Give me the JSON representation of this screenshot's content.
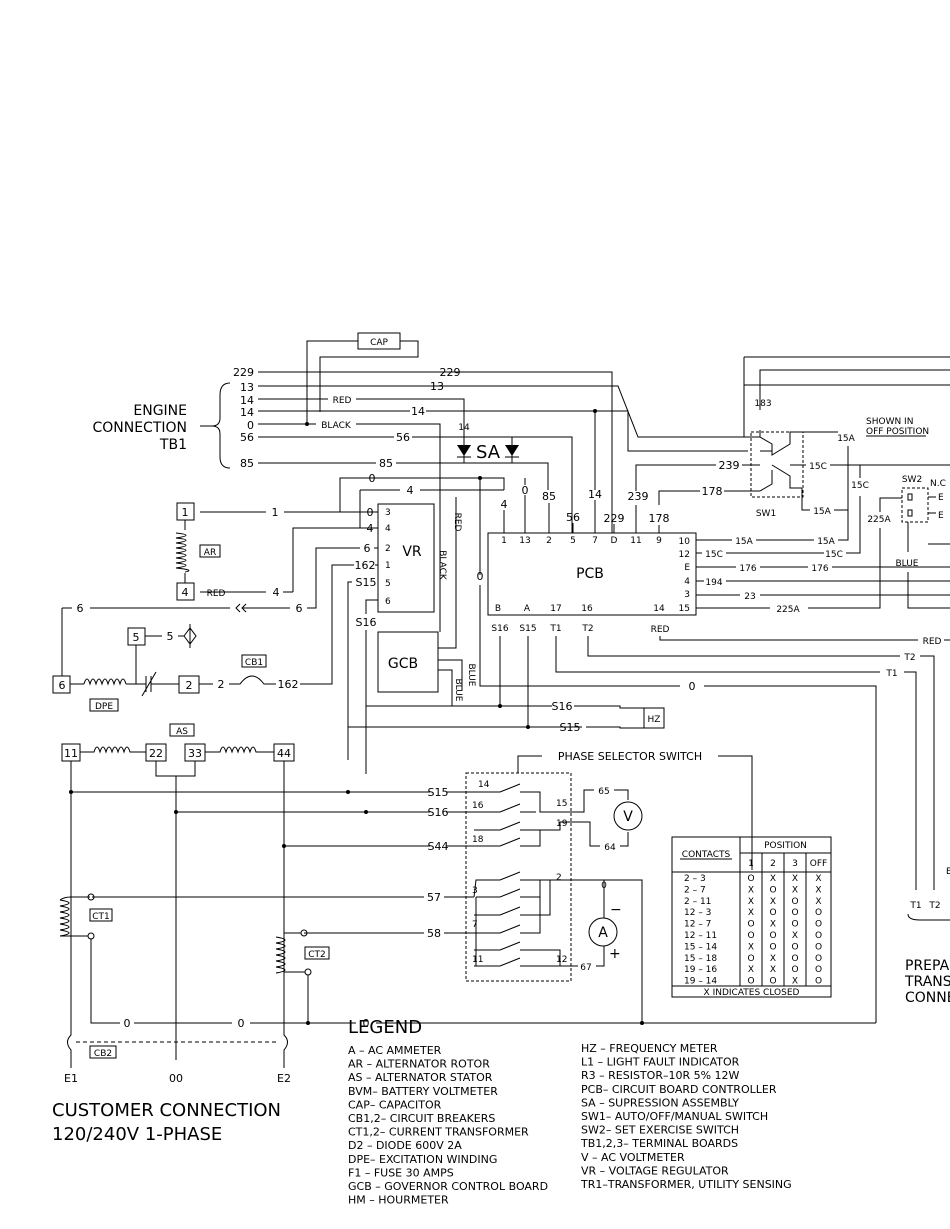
{
  "engine": {
    "label": [
      "ENGINE",
      "CONNECTION",
      "TB1"
    ],
    "terminals": [
      "229",
      "13",
      "14",
      "14",
      "0",
      "56",
      "85"
    ]
  },
  "boxes": {
    "cap": "CAP",
    "vr": "VR",
    "pcb": "PCB",
    "gcb": "GCB",
    "hz": "HZ",
    "sw1": "SW1",
    "sw2": "SW2",
    "sa": "SA"
  },
  "tags": {
    "ar": "AR",
    "dpe": "DPE",
    "cb1": "CB1",
    "as": "AS",
    "ct1": "CT1",
    "ct2": "CT2",
    "cb2": "CB2"
  },
  "terminals": {
    "t1": "1",
    "t4": "4",
    "t5": "5",
    "t6": "6",
    "t2": "2",
    "t11": "11",
    "t22": "22",
    "t33": "33",
    "t44": "44"
  },
  "vr_pins": [
    "3",
    "4",
    "2",
    "1",
    "5",
    "6"
  ],
  "pcb_top_pins": [
    "1",
    "13",
    "2",
    "5",
    "7",
    "D",
    "11",
    "9"
  ],
  "pcb_right_pins": [
    "10",
    "12",
    "E",
    "4",
    "3",
    "15"
  ],
  "pcb_bottom_pins": [
    "B",
    "A",
    "17",
    "16",
    "14"
  ],
  "wires": {
    "w229": "229",
    "w13": "13",
    "w14": "14",
    "w56": "56",
    "w85": "85",
    "w0": "0",
    "w4": "4",
    "w1": "1",
    "w6": "6",
    "w162": "162",
    "w5": "5",
    "w2": "2",
    "w239": "239",
    "w178": "178",
    "w183": "183",
    "w15a": "15A",
    "w15c": "15C",
    "w176": "176",
    "w194": "194",
    "w23": "23",
    "w225a": "225A",
    "ws15": "S15",
    "ws16": "S16",
    "ws44": "S44",
    "w57": "57",
    "w58": "58",
    "w65": "65",
    "w64": "64",
    "w67": "67",
    "wt1": "T1",
    "wt2": "T2",
    "wred": "RED",
    "wblack": "BLACK",
    "wblue": "BLUE"
  },
  "shown_in": [
    "SHOWN IN",
    "OFF POSITION"
  ],
  "sw2_labels": {
    "nc": "N.C",
    "blue": "BLUE"
  },
  "phase_selector": {
    "title": "PHASE SELECTOR SWITCH",
    "contacts": [
      "14",
      "15",
      "16",
      "19",
      "18",
      "3",
      "2",
      "7",
      "11",
      "12"
    ]
  },
  "meters": {
    "v": "V",
    "a": "A",
    "plus": "+",
    "minus": "−"
  },
  "contacts_table": {
    "header_contacts": "CONTACTS",
    "header_position": "POSITION",
    "positions": [
      "1",
      "2",
      "3",
      "OFF"
    ],
    "rows": [
      {
        "c": "2 – 3",
        "v": [
          "O",
          "X",
          "X",
          "X"
        ]
      },
      {
        "c": "2 – 7",
        "v": [
          "X",
          "O",
          "X",
          "X"
        ]
      },
      {
        "c": "2 – 11",
        "v": [
          "X",
          "X",
          "O",
          "X"
        ]
      },
      {
        "c": "12 – 3",
        "v": [
          "X",
          "O",
          "O",
          "O"
        ]
      },
      {
        "c": "12 – 7",
        "v": [
          "O",
          "X",
          "O",
          "O"
        ]
      },
      {
        "c": "12 – 11",
        "v": [
          "O",
          "O",
          "X",
          "O"
        ]
      },
      {
        "c": "15 – 14",
        "v": [
          "X",
          "O",
          "O",
          "O"
        ]
      },
      {
        "c": "15 – 18",
        "v": [
          "O",
          "X",
          "O",
          "O"
        ]
      },
      {
        "c": "19 – 16",
        "v": [
          "X",
          "X",
          "O",
          "O"
        ]
      },
      {
        "c": "19 – 14",
        "v": [
          "O",
          "O",
          "X",
          "O"
        ]
      }
    ],
    "footer": "X INDICATES CLOSED"
  },
  "right_partial": {
    "t1": "T1",
    "t2": "T2",
    "e": "E",
    "prep": [
      "PREPA",
      "TRANS",
      "CONNE"
    ]
  },
  "customer": {
    "e1": "E1",
    "oo": "00",
    "e2": "E2",
    "title": "CUSTOMER CONNECTION",
    "subtitle": "120/240V 1-PHASE"
  },
  "legend": {
    "title": "LEGEND",
    "left": [
      "A – AC AMMETER",
      "AR – ALTERNATOR ROTOR",
      "AS – ALTERNATOR STATOR",
      "BVM– BATTERY VOLTMETER",
      "CAP– CAPACITOR",
      "CB1,2– CIRCUIT BREAKERS",
      "CT1,2– CURRENT TRANSFORMER",
      "D2 – DIODE 600V 2A",
      "DPE– EXCITATION WINDING",
      "F1 – FUSE 30 AMPS",
      "GCB – GOVERNOR CONTROL BOARD",
      "HM – HOURMETER"
    ],
    "right": [
      "HZ – FREQUENCY METER",
      "L1 – LIGHT FAULT INDICATOR",
      "R3 – RESISTOR–10R 5% 12W",
      "PCB– CIRCUIT BOARD CONTROLLER",
      "SA – SUPRESSION ASSEMBLY",
      "SW1– AUTO/OFF/MANUAL SWITCH",
      "SW2– SET EXERCISE SWITCH",
      "TB1,2,3– TERMINAL BOARDS",
      "V – AC VOLTMETER",
      "VR – VOLTAGE REGULATOR",
      "TR1–TRANSFORMER, UTILITY SENSING"
    ]
  }
}
